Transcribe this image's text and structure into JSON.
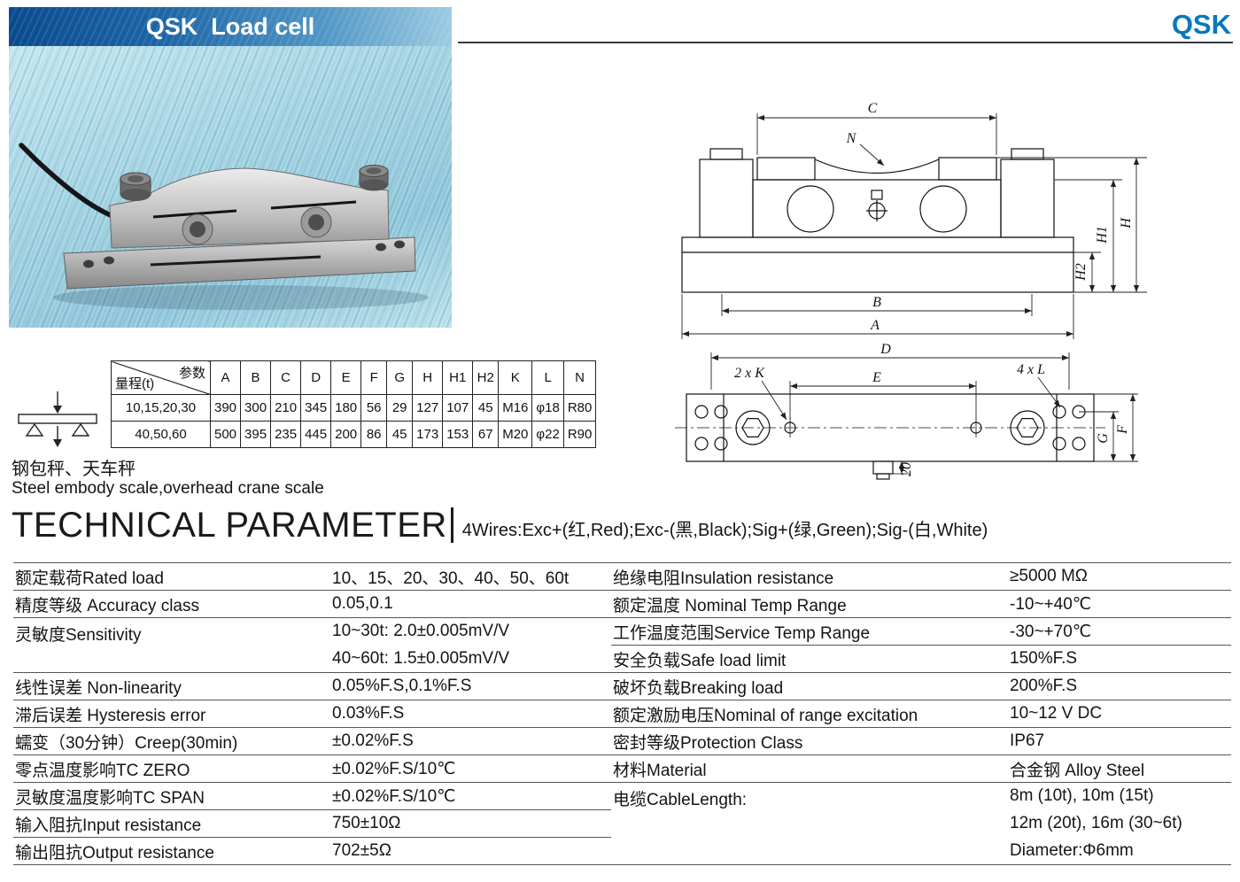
{
  "header": {
    "banner_title": "QSK  Load cell",
    "brand": "QSK"
  },
  "dim_table": {
    "corner_param": "参数",
    "corner_range": "量程(t)",
    "columns": [
      "A",
      "B",
      "C",
      "D",
      "E",
      "F",
      "G",
      "H",
      "H1",
      "H2",
      "K",
      "L",
      "N"
    ],
    "rows": [
      {
        "range": "10,15,20,30",
        "values": [
          "390",
          "300",
          "210",
          "345",
          "180",
          "56",
          "29",
          "127",
          "107",
          "45",
          "M16",
          "φ18",
          "R80"
        ]
      },
      {
        "range": "40,50,60",
        "values": [
          "500",
          "395",
          "235",
          "445",
          "200",
          "86",
          "45",
          "173",
          "153",
          "67",
          "M20",
          "φ22",
          "R90"
        ]
      }
    ]
  },
  "application": {
    "zh": "钢包秤、天车秤",
    "en": "Steel embody scale,overhead crane scale"
  },
  "tech": {
    "title": "TECHNICAL PARAMETER",
    "wires": "4Wires:Exc+(红,Red);Exc-(黑,Black);Sig+(绿,Green);Sig-(白,White)"
  },
  "params": {
    "left": [
      {
        "label": "额定载荷Rated load",
        "value": "10、15、20、30、40、50、60t"
      },
      {
        "label": "精度等级 Accuracy class",
        "value": "0.05,0.1"
      },
      {
        "label": "灵敏度Sensitivity",
        "value": "10~30t: 2.0±0.005mV/V",
        "value2": "40~60t: 1.5±0.005mV/V"
      },
      {
        "label": "线性误差 Non-linearity",
        "value": "0.05%F.S,0.1%F.S"
      },
      {
        "label": "滞后误差 Hysteresis error",
        "value": "0.03%F.S"
      },
      {
        "label": "蠕变（30分钟）Creep(30min)",
        "value": "±0.02%F.S"
      },
      {
        "label": "零点温度影响TC ZERO",
        "value": "±0.02%F.S/10℃"
      },
      {
        "label": "灵敏度温度影响TC SPAN",
        "value": "±0.02%F.S/10℃"
      },
      {
        "label": "输入阻抗Input resistance",
        "value": "750±10Ω"
      },
      {
        "label": "输出阻抗Output resistance",
        "value": "702±5Ω"
      }
    ],
    "right": [
      {
        "label": "绝缘电阻Insulation resistance",
        "value": "≥5000 MΩ"
      },
      {
        "label": "额定温度 Nominal Temp Range",
        "value": "-10~+40℃"
      },
      {
        "label": "工作温度范围Service Temp Range",
        "value": "-30~+70℃"
      },
      {
        "label": "安全负载Safe load limit",
        "value": "150%F.S"
      },
      {
        "label": "破坏负载Breaking load",
        "value": "200%F.S"
      },
      {
        "label": "额定激励电压Nominal of range excitation",
        "value": "10~12 V DC"
      },
      {
        "label": "密封等级Protection Class",
        "value": "IP67"
      },
      {
        "label": "材料Material",
        "value": "合金钢 Alloy Steel"
      },
      {
        "label": "电缆CableLength:",
        "value": "8m (10t), 10m (15t)",
        "value2": "12m (20t), 16m (30~6t)",
        "value3": "Diameter:Φ6mm"
      }
    ]
  },
  "drawings": {
    "front": {
      "c": "C",
      "n": "N",
      "h": "H",
      "h1": "H1",
      "h2": "H2",
      "b": "B",
      "a": "A"
    },
    "plan": {
      "d": "D",
      "e": "E",
      "k": "2 x K",
      "l": "4 x L",
      "g": "G",
      "f": "F",
      "len20": "20"
    }
  }
}
